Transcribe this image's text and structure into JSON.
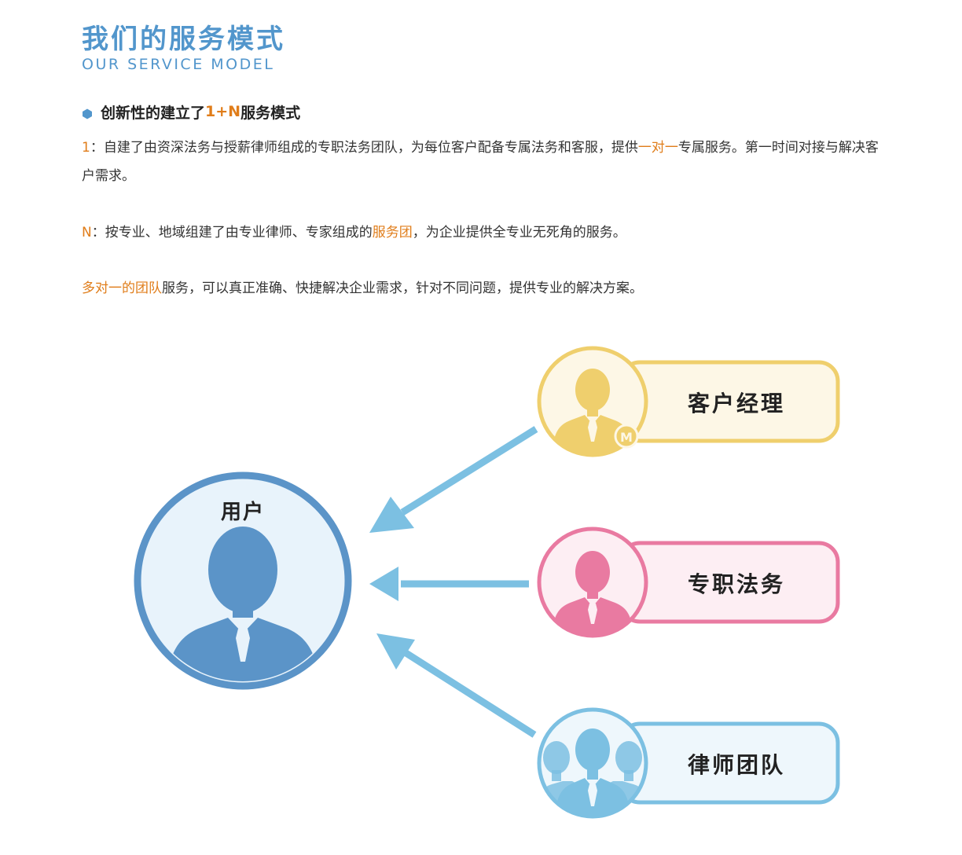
{
  "header": {
    "title_cn": "我们的服务模式",
    "title_en": "OUR SERVICE MODEL"
  },
  "heading": {
    "prefix": "创新性的建立了",
    "highlight": "1+N",
    "suffix": "服务模式"
  },
  "paragraphs": {
    "p1": {
      "key": "1",
      "colon": "：",
      "text_a": "自建了由资深法务与授薪律师组成的专职法务团队，为每位客户配备专属法务和客服，提供",
      "highlight": "一对一",
      "text_b": "专属服务。第一时间对接与解决客户需求。"
    },
    "p2": {
      "key": "N",
      "colon": "：",
      "text_a": "按专业、地域组建了由专业律师、专家组成的",
      "highlight": "服务团",
      "text_b": "，为企业提供全专业无死角的服务。"
    },
    "p3": {
      "highlight": "多对一的团队",
      "text_b": "服务，可以真正准确、快捷解决企业需求，针对不同问题，提供专业的解决方案。"
    }
  },
  "diagram": {
    "user_label": "用户",
    "manager_label": "客户经理",
    "manager_badge": "M",
    "legal_label": "专职法务",
    "team_label": "律师团队"
  },
  "colors": {
    "accent_blue": "#5296cc",
    "highlight_orange": "#e07d1a",
    "user_blue": "#5b94c8",
    "manager_yellow": "#efcf6d",
    "legal_pink": "#e97aa1",
    "team_lightblue": "#7cc0e2",
    "arrow_blue": "#7cc0e2"
  }
}
